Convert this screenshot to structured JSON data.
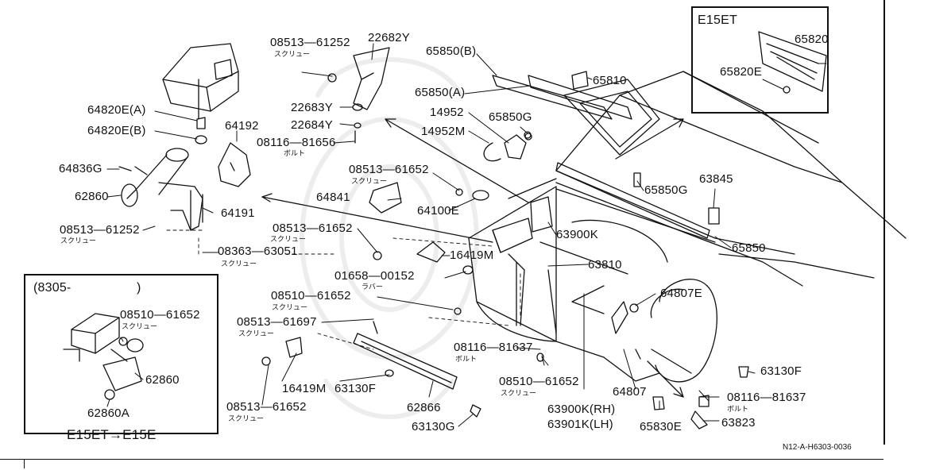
{
  "diagram": {
    "reference_code": "N12-A-H6303-0036",
    "inset_top_right": {
      "title": "E15ET"
    },
    "inset_bottom_left": {
      "bracket_open": "(8305-",
      "bracket_close": ")",
      "footer": "E15ET→E15E"
    },
    "labels": [
      {
        "id": "l1",
        "text": "08513—61252"
      },
      {
        "id": "l1j",
        "text": "スクリュー"
      },
      {
        "id": "l2",
        "text": "22682Y"
      },
      {
        "id": "l3",
        "text": "65850(B)"
      },
      {
        "id": "l4",
        "text": "65810"
      },
      {
        "id": "l5",
        "text": "65850(A)"
      },
      {
        "id": "l6",
        "text": "14952"
      },
      {
        "id": "l7",
        "text": "65850G"
      },
      {
        "id": "l8",
        "text": "14952M"
      },
      {
        "id": "l9",
        "text": "22683Y"
      },
      {
        "id": "l10",
        "text": "22684Y"
      },
      {
        "id": "l11",
        "text": "08116—81656"
      },
      {
        "id": "l11j",
        "text": "ボルト"
      },
      {
        "id": "l12",
        "text": "64820E(A)"
      },
      {
        "id": "l13",
        "text": "64820E(B)"
      },
      {
        "id": "l14",
        "text": "64192"
      },
      {
        "id": "l15",
        "text": "64836G"
      },
      {
        "id": "l16",
        "text": "62860"
      },
      {
        "id": "l17",
        "text": "08513—61252"
      },
      {
        "id": "l17j",
        "text": "スクリュー"
      },
      {
        "id": "l18",
        "text": "64191"
      },
      {
        "id": "l19",
        "text": "08363—63051"
      },
      {
        "id": "l19j",
        "text": "スクリュー"
      },
      {
        "id": "l20",
        "text": "08513—61652"
      },
      {
        "id": "l20j",
        "text": "スクリュー"
      },
      {
        "id": "l21",
        "text": "64841"
      },
      {
        "id": "l22",
        "text": "64100E"
      },
      {
        "id": "l23",
        "text": "08513—61652"
      },
      {
        "id": "l23j",
        "text": "スクリュー"
      },
      {
        "id": "l24",
        "text": "16419M"
      },
      {
        "id": "l25",
        "text": "01658—00152"
      },
      {
        "id": "l25j",
        "text": "ラバー"
      },
      {
        "id": "l26",
        "text": "63900K"
      },
      {
        "id": "l27",
        "text": "63810"
      },
      {
        "id": "l28",
        "text": "65850G"
      },
      {
        "id": "l29",
        "text": "63845"
      },
      {
        "id": "l30",
        "text": "65850"
      },
      {
        "id": "l31",
        "text": "65820"
      },
      {
        "id": "l32",
        "text": "65820E"
      },
      {
        "id": "l33",
        "text": "08510—61652"
      },
      {
        "id": "l33j",
        "text": "スクリュー"
      },
      {
        "id": "l34",
        "text": "08513—61697"
      },
      {
        "id": "l34j",
        "text": "スクリュー"
      },
      {
        "id": "l35",
        "text": "64807E"
      },
      {
        "id": "l36",
        "text": "08116—81637"
      },
      {
        "id": "l36j",
        "text": "ボルト"
      },
      {
        "id": "l37",
        "text": "08510—61652"
      },
      {
        "id": "l37j",
        "text": "スクリュー"
      },
      {
        "id": "l38",
        "text": "63130F"
      },
      {
        "id": "l39",
        "text": "64807"
      },
      {
        "id": "l40",
        "text": "08116—81637"
      },
      {
        "id": "l40j",
        "text": "ボルト"
      },
      {
        "id": "l41",
        "text": "16419M"
      },
      {
        "id": "l42",
        "text": "63130F"
      },
      {
        "id": "l43",
        "text": "62866"
      },
      {
        "id": "l44",
        "text": "63900K(RH)"
      },
      {
        "id": "l45",
        "text": "63901K(LH)"
      },
      {
        "id": "l46",
        "text": "65830E"
      },
      {
        "id": "l47",
        "text": "63823"
      },
      {
        "id": "l48",
        "text": "08513—61652"
      },
      {
        "id": "l48j",
        "text": "スクリュー"
      },
      {
        "id": "l49",
        "text": "63130G"
      },
      {
        "id": "l50",
        "text": "08510—61652"
      },
      {
        "id": "l50j",
        "text": "スクリュー"
      },
      {
        "id": "l51",
        "text": "62860"
      },
      {
        "id": "l52",
        "text": "62860A"
      }
    ]
  }
}
